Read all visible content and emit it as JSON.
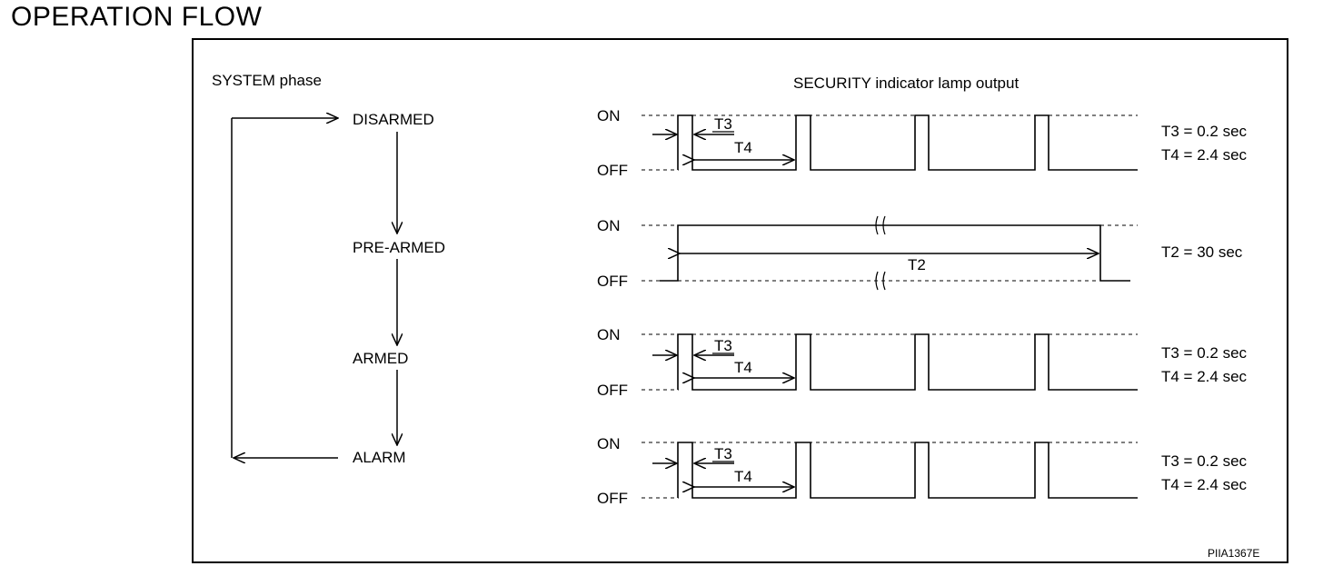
{
  "page_title": "OPERATION FLOW",
  "system_phase_label": "SYSTEM phase",
  "lamp_output_label": "SECURITY indicator lamp output",
  "phases": [
    "DISARMED",
    "PRE-ARMED",
    "ARMED",
    "ALARM"
  ],
  "on_label": "ON",
  "off_label": "OFF",
  "rows": [
    {
      "phase": "DISARMED",
      "pattern": "blink",
      "markers": [
        "T3",
        "T4"
      ],
      "timing": [
        "T3 = 0.2 sec",
        "T4 = 2.4 sec"
      ]
    },
    {
      "phase": "PRE-ARMED",
      "pattern": "steady-on",
      "markers": [
        "T2"
      ],
      "timing": [
        "T2 = 30 sec"
      ]
    },
    {
      "phase": "ARMED",
      "pattern": "blink",
      "markers": [
        "T3",
        "T4"
      ],
      "timing": [
        "T3 = 0.2 sec",
        "T4 = 2.4 sec"
      ]
    },
    {
      "phase": "ALARM",
      "pattern": "blink",
      "markers": [
        "T3",
        "T4"
      ],
      "timing": [
        "T3 = 0.2 sec",
        "T4 = 2.4 sec"
      ]
    }
  ],
  "figure_code": "PIIA1367E"
}
